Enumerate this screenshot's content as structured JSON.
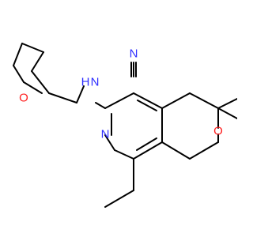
{
  "structure": {
    "labels": {
      "nitrile_c": "C",
      "nitrile_n": "N",
      "amine_n": "N",
      "amine_h": "H",
      "pyridine_n": "N",
      "pyran_o": "O",
      "thf_o": "O"
    },
    "colors": {
      "bond": "#000000",
      "nitrogen": "#2f2fff",
      "oxygen": "#ff2020",
      "carbon": "#000000"
    }
  }
}
